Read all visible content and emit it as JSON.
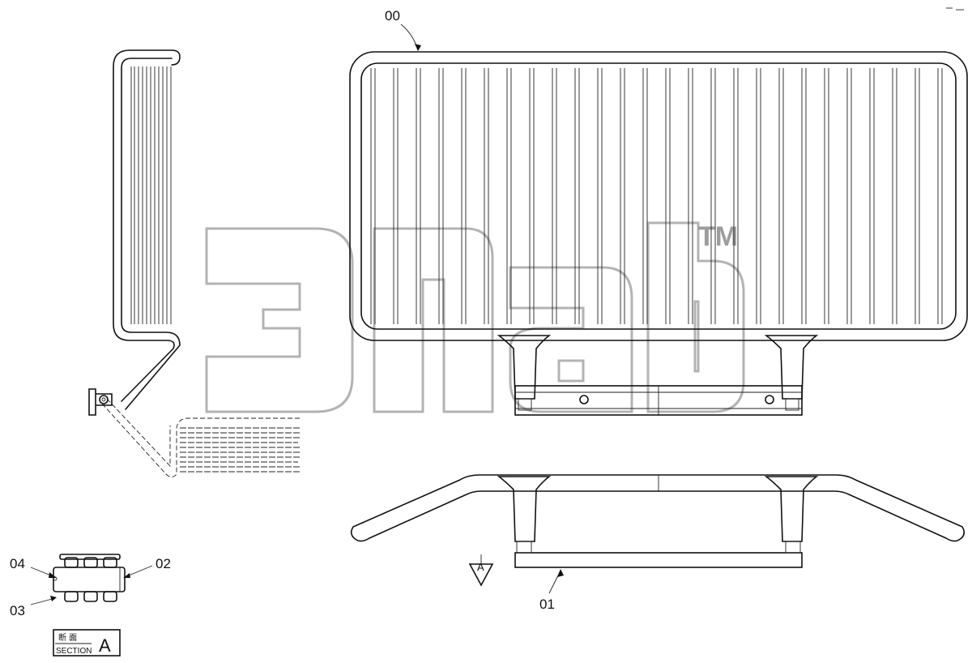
{
  "labels": {
    "assembly": "00",
    "bracket": "01",
    "part_02": "02",
    "part_03": "03",
    "part_04": "04"
  },
  "section": {
    "kanji": "断 面",
    "word": "SECTION",
    "letter": "A"
  },
  "view_arrow_letter": "A",
  "watermark": {
    "trademark": "TM"
  }
}
